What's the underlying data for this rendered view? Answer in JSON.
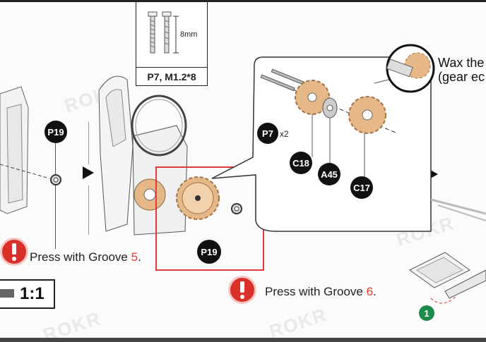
{
  "screw_box": {
    "size_label": "8mm",
    "part_label": "P7, M1.2*8"
  },
  "badges": {
    "p19_left": "P19",
    "p19_mid": "P19",
    "p7": "P7",
    "p7_qty": "x2",
    "c18": "C18",
    "a45": "A45",
    "c17": "C17"
  },
  "press_left": {
    "text": "Press with Groove ",
    "num": "5",
    "suffix": "."
  },
  "press_mid": {
    "text": "Press with Groove ",
    "num": "6",
    "suffix": "."
  },
  "wax_text": {
    "line1": "Wax the",
    "line2": "(gear ec"
  },
  "scale_label": "1:1",
  "step_marker": "1",
  "watermark": "ROKR",
  "colors": {
    "highlight": "#e03a3a",
    "gear": "#e6b887",
    "warning": "#d9302a",
    "green": "#1e8a4a"
  }
}
